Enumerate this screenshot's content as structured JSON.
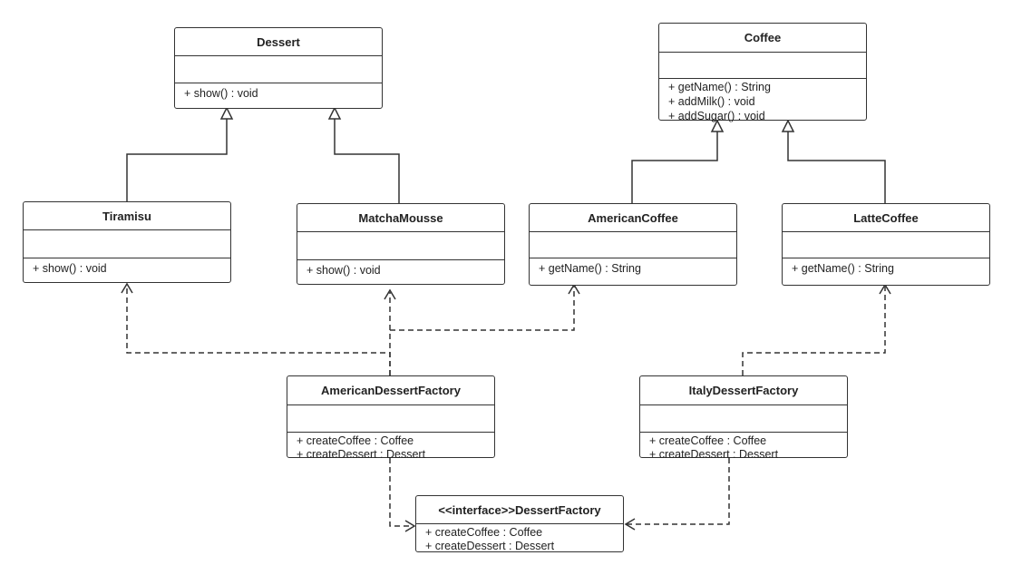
{
  "classes": {
    "dessert": {
      "name": "Dessert",
      "ops": [
        "+ show() : void"
      ]
    },
    "coffee": {
      "name": "Coffee",
      "ops": [
        "+ getName() : String",
        "+ addMilk() : void",
        "+ addSugar() : void"
      ]
    },
    "tiramisu": {
      "name": "Tiramisu",
      "ops": [
        "+ show() : void"
      ]
    },
    "matcha_mousse": {
      "name": "MatchaMousse",
      "ops": [
        "+ show() : void"
      ]
    },
    "american_coffee": {
      "name": "AmericanCoffee",
      "ops": [
        "+ getName() : String"
      ]
    },
    "latte_coffee": {
      "name": "LatteCoffee",
      "ops": [
        "+ getName() : String"
      ]
    },
    "american_dessert_factory": {
      "name": "AmericanDessertFactory",
      "ops": [
        "+ createCoffee : Coffee",
        "+ createDessert : Dessert"
      ]
    },
    "italy_dessert_factory": {
      "name": "ItalyDessertFactory",
      "ops": [
        "+ createCoffee : Coffee",
        "+ createDessert : Dessert"
      ]
    },
    "dessert_factory": {
      "name": "<<interface>>DessertFactory",
      "ops": [
        "+ createCoffee : Coffee",
        "+ createDessert : Dessert"
      ]
    }
  },
  "colors": {
    "line": "#333333",
    "text": "#222222",
    "background": "#ffffff"
  }
}
